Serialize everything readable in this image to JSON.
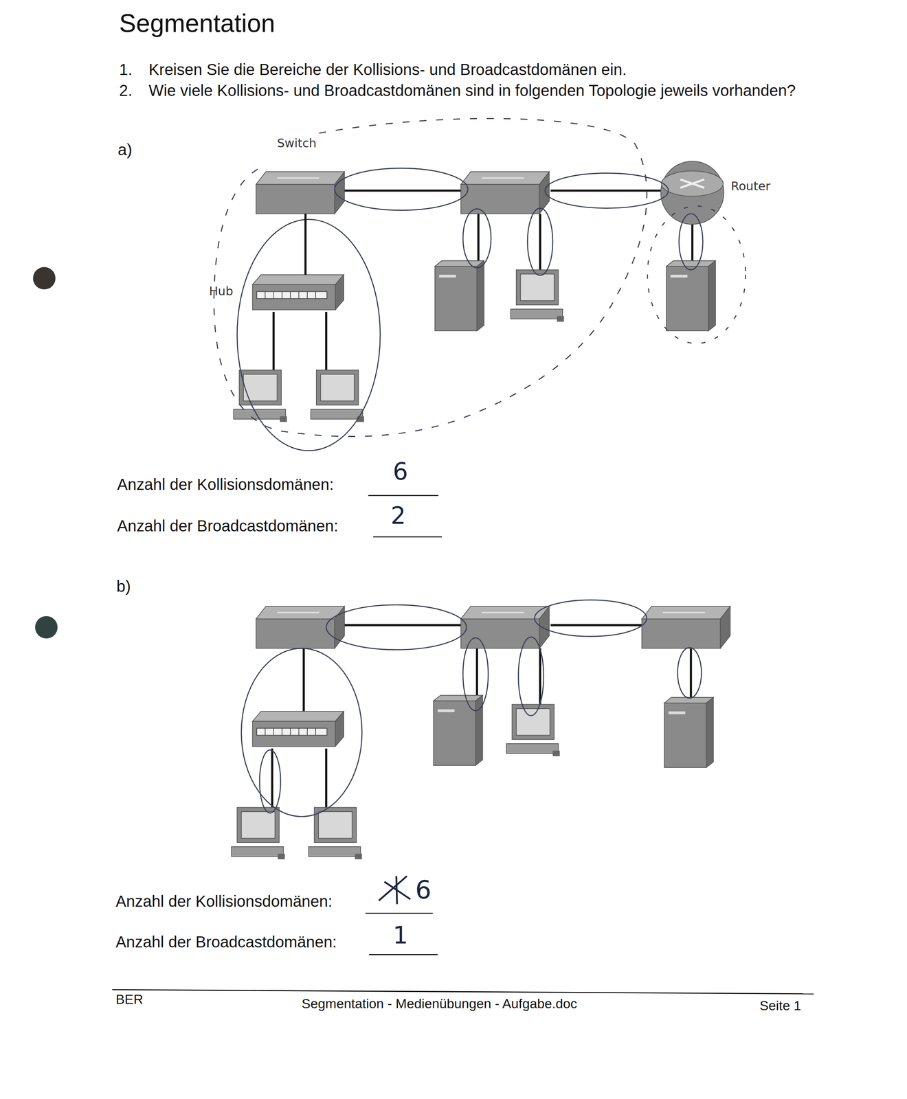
{
  "diagram": {
    "title": "Segmentation",
    "nodes": [
      {
        "text": [
          "Switch"
        ]
      },
      {
        "text": [
          "Hub"
        ]
      },
      {
        "text": [
          "Router"
        ]
      }
    ],
    "edges": [
      {
        "from": 0,
        "to": 1,
        "arrow": "none"
      }
    ],
    "labels": [
      "1.",
      "Kreisen Sie die Bereiche der Kollisions- und Broadcastdomänen ein.",
      "2.",
      "Wie viele Kollisions- und Broadcastdomänen sind in folgenden Topologie jeweils vorhanden?",
      "a)",
      "Anzahl der Kollisionsdomänen:",
      "6",
      "Anzahl der Broadcastdomänen:",
      "2",
      "b)",
      "Anzahl der Kollisionsdomänen:",
      "6",
      "Anzahl der Broadcastdomänen:",
      "1",
      "BER",
      "Segmentation - Medienübungen - Aufgabe.doc",
      "Seite 1"
    ]
  }
}
